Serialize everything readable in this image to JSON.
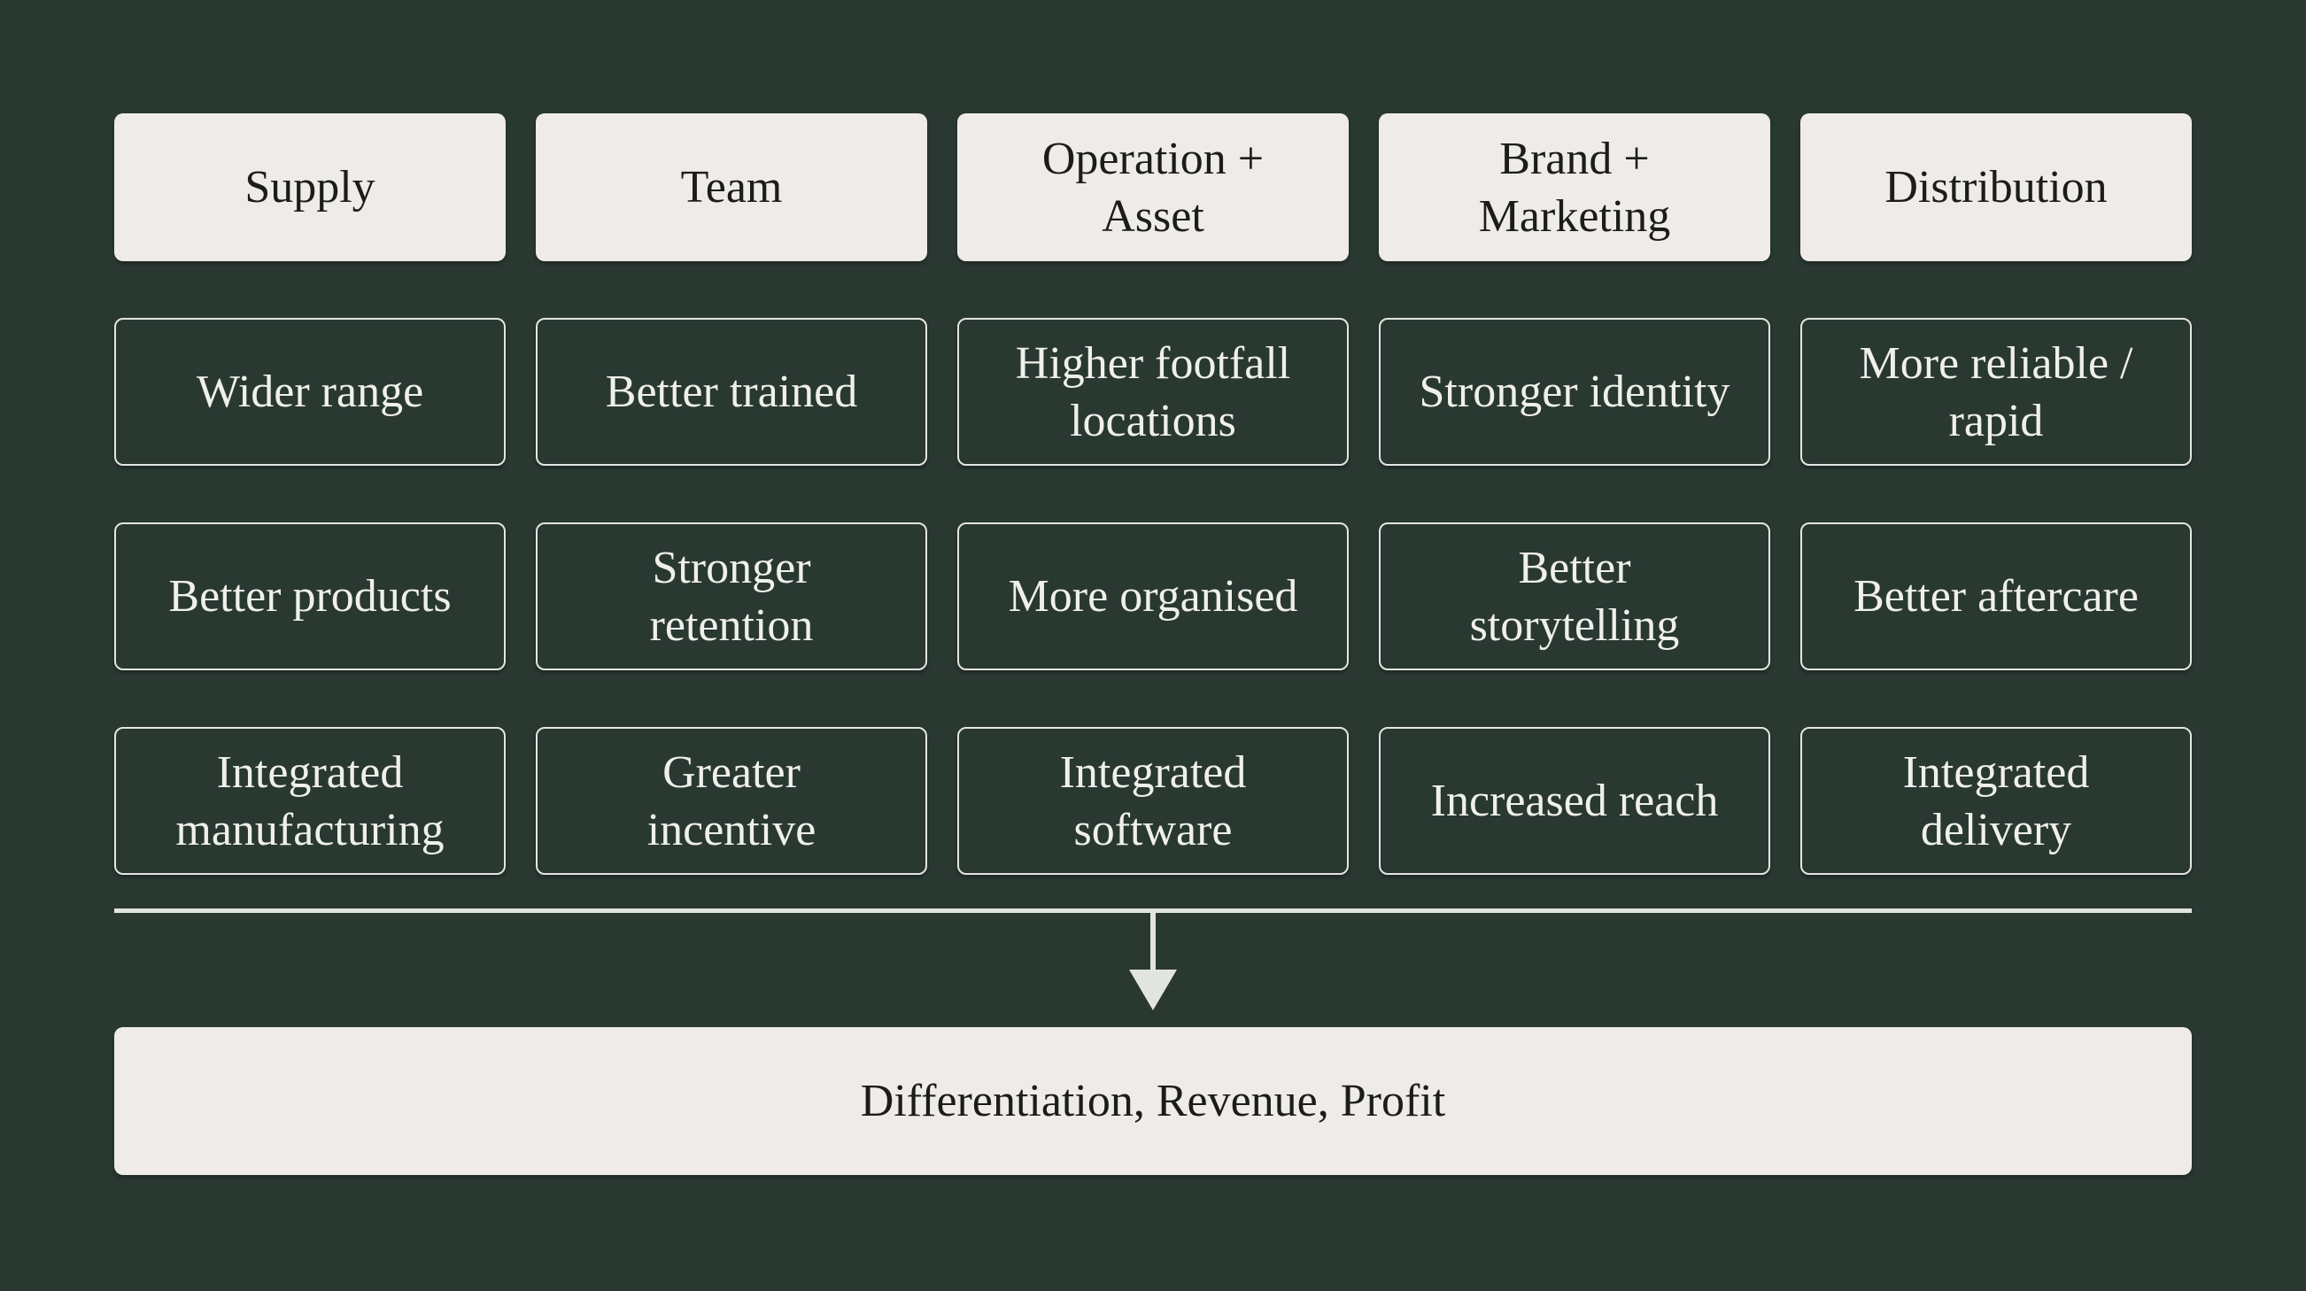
{
  "diagram": {
    "title_implicit": "Value chain drivers",
    "colors": {
      "background": "#2a3832",
      "card_light": "#eeebe9",
      "card_dark_border": "#e4e6e1",
      "text_dark": "#1b1d1a",
      "text_light": "#eff0ec",
      "connector": "#e2e4df"
    },
    "columns": [
      {
        "header": "Supply",
        "cells": [
          "Wider range",
          "Better products",
          "Integrated\nmanufacturing"
        ]
      },
      {
        "header": "Team",
        "cells": [
          "Better trained",
          "Stronger\nretention",
          "Greater\nincentive"
        ]
      },
      {
        "header": "Operation +\nAsset",
        "cells": [
          "Higher footfall\nlocations",
          "More organised",
          "Integrated\nsoftware"
        ]
      },
      {
        "header": "Brand +\nMarketing",
        "cells": [
          "Stronger identity",
          "Better\nstorytelling",
          "Increased reach"
        ]
      },
      {
        "header": "Distribution",
        "cells": [
          "More reliable /\nrapid",
          "Better aftercare",
          "Integrated\ndelivery"
        ]
      }
    ],
    "outcome": "Differentiation, Revenue, Profit"
  }
}
